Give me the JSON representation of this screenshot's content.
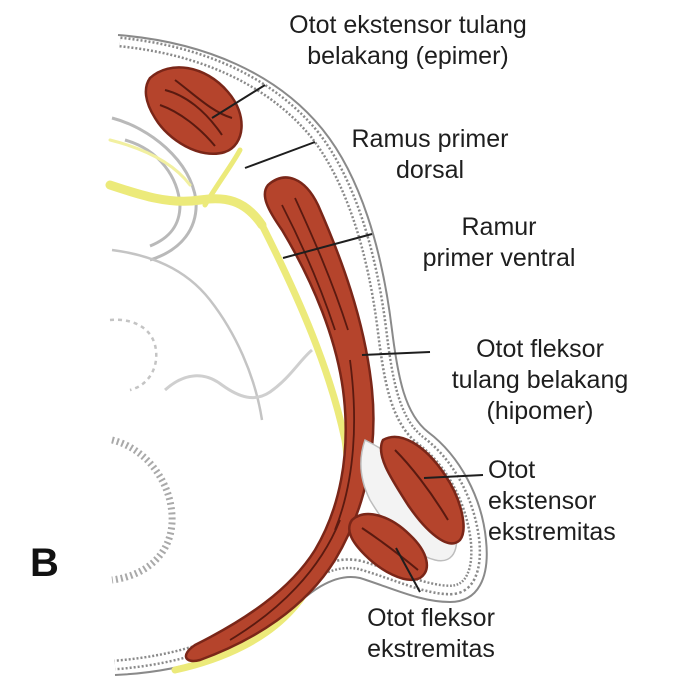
{
  "panel_letter": "B",
  "labels": {
    "epimer": [
      "Otot ekstensor tulang",
      "belakang (epimer)"
    ],
    "dorsal_ramus": [
      "Ramus primer",
      "dorsal"
    ],
    "ventral_ramus": [
      "Ramur",
      "primer ventral"
    ],
    "hypomer": [
      "Otot fleksor",
      "tulang belakang",
      "(hipomer)"
    ],
    "limb_extensor": [
      "Otot",
      "ekstensor",
      "ekstremitas"
    ],
    "limb_flexor": [
      "Otot fleksor",
      "ekstremitas"
    ]
  },
  "colors": {
    "muscle": "#b5442c",
    "muscle_dark": "#7a2618",
    "nerve": "#ecea7a",
    "skin_line": "#8a8a8a",
    "outline": "#666666"
  }
}
